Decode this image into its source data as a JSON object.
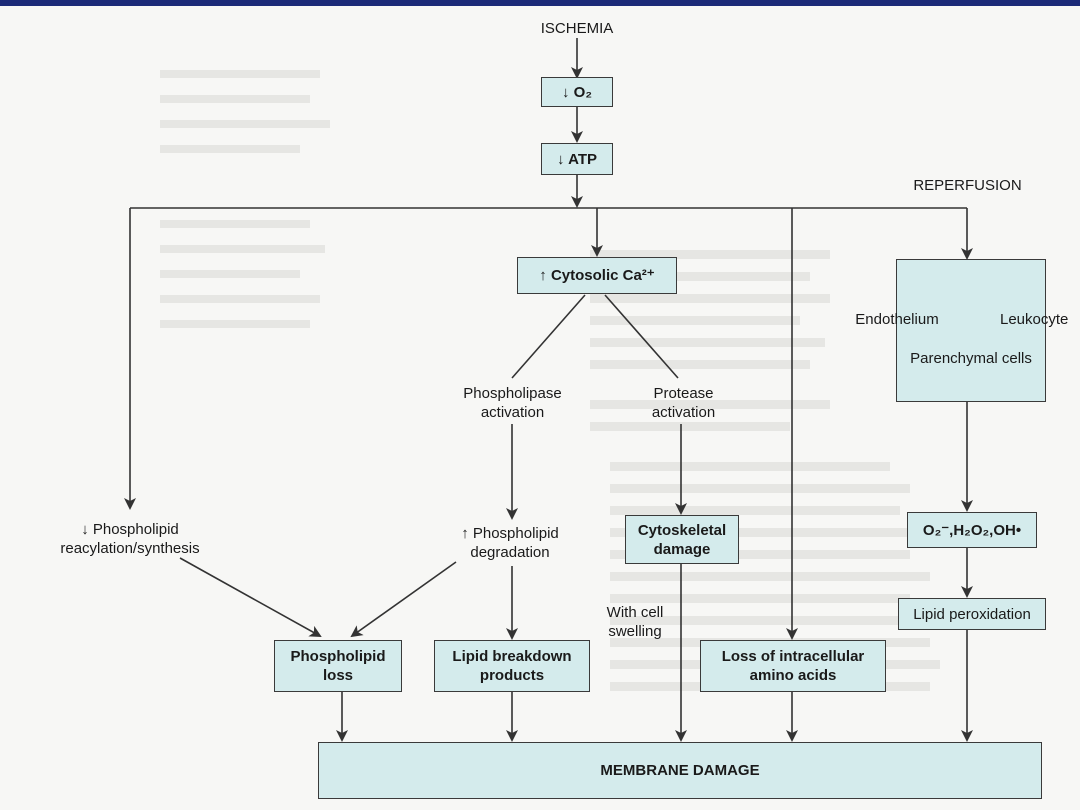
{
  "nodes": {
    "ischemia": "ISCHEMIA",
    "o2": "↓ O₂",
    "atp": "↓ ATP",
    "reperfusion": "REPERFUSION",
    "cytosolic_ca": "↑ Cytosolic Ca²⁺",
    "endothelium": "Endothelium",
    "leukocyte": "Leukocyte",
    "parenchymal_cells": "Parenchymal cells",
    "phospholipase_activation": "Phospholipase activation",
    "protease_activation": "Protease activation",
    "phospholipid_reacylation": "↓ Phospholipid reacylation/synthesis",
    "phospholipid_degradation": "↑ Phospholipid degradation",
    "cytoskeletal_damage": "Cytoskeletal damage",
    "ros": "O₂⁻,H₂O₂,OH•",
    "with_cell_swelling": "With cell swelling",
    "lipid_peroxidation": "Lipid peroxidation",
    "phospholipid_loss": "Phospholipid loss",
    "lipid_breakdown_products": "Lipid breakdown products",
    "loss_amino_acids": "Loss of intracellular amino acids",
    "membrane_damage": "MEMBRANE DAMAGE"
  },
  "colors": {
    "box_fill": "#d4ebec",
    "top_band": "#1c2a78",
    "line": "#333333"
  }
}
